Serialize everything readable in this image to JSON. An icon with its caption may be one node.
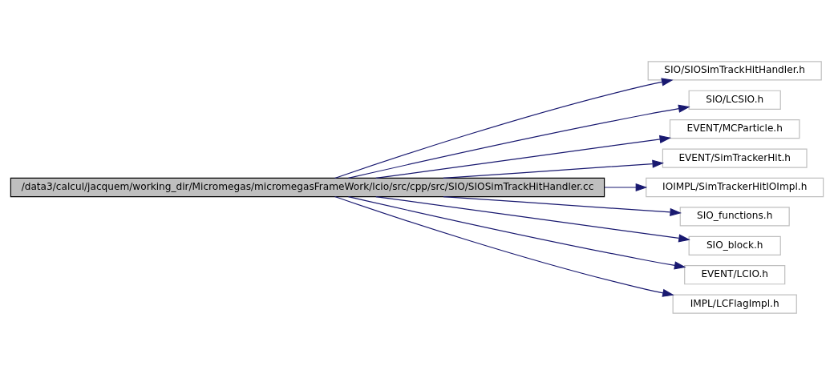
{
  "diagram": {
    "nodes": [
      {
        "text": [
          "/data3/calcul/jacquem/working_dir/Micromegas/micromegasFrameWork/lcio/src/cpp/src/SIO/SIOSimTrackHitHandler.cc"
        ]
      },
      {
        "text": [
          "SIO/SIOSimTrackHitHandler.h"
        ]
      },
      {
        "text": [
          "SIO/LCSIO.h"
        ]
      },
      {
        "text": [
          "EVENT/MCParticle.h"
        ]
      },
      {
        "text": [
          "EVENT/SimTrackerHit.h"
        ]
      },
      {
        "text": [
          "IOIMPL/SimTrackerHitIOImpl.h"
        ]
      },
      {
        "text": [
          "SIO_functions.h"
        ]
      },
      {
        "text": [
          "SIO_block.h"
        ]
      },
      {
        "text": [
          "EVENT/LCIO.h"
        ]
      },
      {
        "text": [
          "IMPL/LCFlagImpl.h"
        ]
      }
    ],
    "edges": [
      {
        "from": 0,
        "to": 1,
        "arrow": "to"
      },
      {
        "from": 0,
        "to": 2,
        "arrow": "to"
      },
      {
        "from": 0,
        "to": 3,
        "arrow": "to"
      },
      {
        "from": 0,
        "to": 4,
        "arrow": "to"
      },
      {
        "from": 0,
        "to": 5,
        "arrow": "to"
      },
      {
        "from": 0,
        "to": 6,
        "arrow": "to"
      },
      {
        "from": 0,
        "to": 7,
        "arrow": "to"
      },
      {
        "from": 0,
        "to": 8,
        "arrow": "to"
      },
      {
        "from": 0,
        "to": 9,
        "arrow": "to"
      }
    ]
  }
}
